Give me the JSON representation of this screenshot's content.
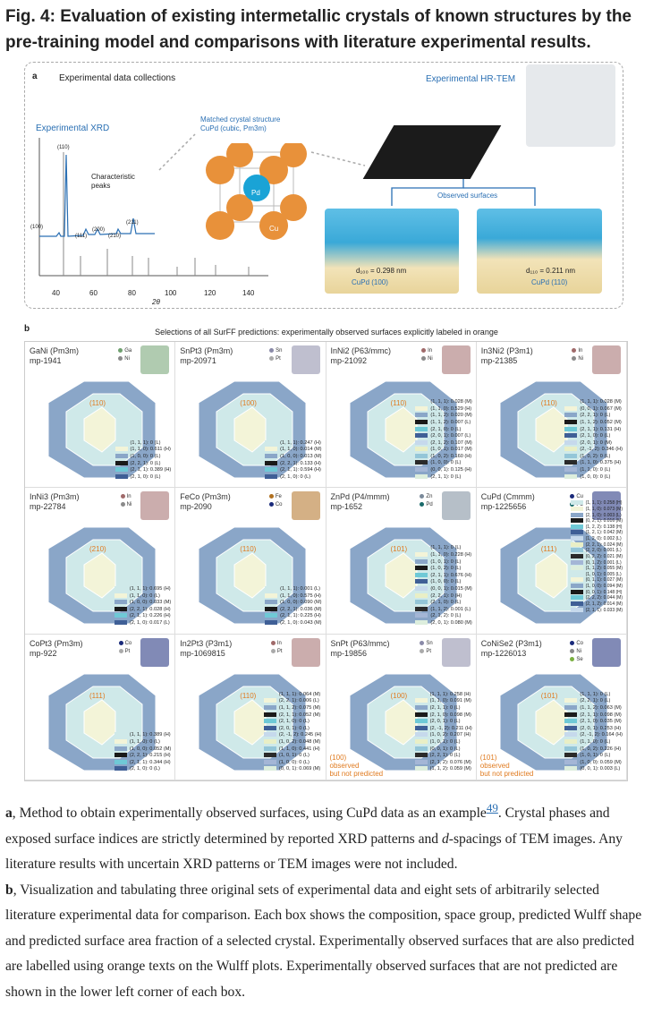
{
  "title": "Fig. 4: Evaluation of existing intermetallic crystals of known structures by the pre-training model and comparisons with literature experimental results.",
  "panel_a": {
    "letter": "a",
    "heading": "Experimental data collections",
    "xrd_label": "Experimental XRD",
    "tem_label": "Experimental HR-TEM",
    "matched_line1": "Matched crystal structure",
    "matched_line2": "CuPd (cubic, Pm3m)",
    "char_peaks_1": "Characteristic",
    "char_peaks_2": "peaks",
    "observed_surfaces": "Observed surfaces",
    "peak_110": "(110)",
    "peak_100": "(100)",
    "peak_111": "(111)",
    "peak_200": "(200)",
    "peak_210": "(210)",
    "peak_211": "(211)",
    "x_ticks": [
      "40",
      "60",
      "80",
      "100",
      "120",
      "140"
    ],
    "x_axis": "2θ",
    "atom_pd": "Pd",
    "atom_cu": "Cu",
    "d100": "d₁₀₀ = 0.298 nm",
    "cupd100": "CuPd (100)",
    "d110": "d₁₁₀ = 0.211 nm",
    "cupd110": "CuPd (110)"
  },
  "panel_b": {
    "letter": "b",
    "title": "Selections of all SurFF predictions: experimentally observed surfaces explicitly labeled in orange",
    "cells": [
      {
        "formula": "GaNi (Pm3m)",
        "mp": "mp-1941",
        "el1": "Ga",
        "el2": "Ni",
        "c1": "#6fa06f",
        "c2": "#8a8a8a",
        "orange": "(110)",
        "rows": [
          "(1, 1, 1): 0 (L)",
          "(1, 1, 0): 0.611 (H)",
          "(1, 0, 0): 0 (L)",
          "(2, 2, 1): 0 (L)",
          "(2, 1, 1): 0.389 (H)",
          "(2, 1, 0): 0 (L)"
        ]
      },
      {
        "formula": "SnPt3 (Pm3m)",
        "mp": "mp-20971",
        "el1": "Sn",
        "el2": "Pt",
        "c1": "#8a8aa8",
        "c2": "#aaa",
        "orange": "(100)",
        "rows": [
          "(1, 1, 1): 0.247 (H)",
          "(1, 1, 0): 0.014 (M)",
          "(1, 0, 0): 0.013 (M)",
          "(2, 2, 1): 0.133 (H)",
          "(2, 1, 1): 0.594 (H)",
          "(2, 1, 0): 0 (L)"
        ]
      },
      {
        "formula": "InNi2 (P63/mmc)",
        "mp": "mp-21092",
        "el1": "In",
        "el2": "Ni",
        "c1": "#a06a6a",
        "c2": "#8a8a8a",
        "orange": "(110)",
        "rows": [
          "(1, 1, 1): 0.028 (M)",
          "(1, 1, 0): 0.529 (H)",
          "(1, 1, 2): 0.020 (M)",
          "(1, 1, 2): 0.007 (L)",
          "(2, 1, 0): 0 (L)",
          "(2, 0, 1): 0.007 (L)",
          "(2, 1, 2): 0.107 (M)",
          "(1, 0, 1): 0.017 (M)",
          "(1, 0, 2): 0.160 (H)",
          "(1, 0, 0): 0 (L)",
          "(0, 0, 1): 0.125 (H)",
          "(2, 1, 1): 0 (L)"
        ]
      },
      {
        "formula": "In3Ni2 (P3m1)",
        "mp": "mp-21385",
        "el1": "In",
        "el2": "Ni",
        "c1": "#a06a6a",
        "c2": "#8a8a8a",
        "orange": "(110)",
        "rows": [
          "(1, 1, 1): 0.028 (M)",
          "(0, 0, 1): 0.067 (M)",
          "(2, 2, 1): 0 (L)",
          "(1, 1, 2): 0.052 (M)",
          "(2, 1, 1): 0.131 (H)",
          "(2, 1, 0): 0 (L)",
          "(2, 0, 1): 0 (M)",
          "(2, -1, 2): 0.346 (H)",
          "(1, 0, 2): 0 (L)",
          "(1, 1, 0): 0.375 (H)",
          "(1, 1, 0): 0 (L)",
          "(1, 0, 0): 0 (L)"
        ]
      },
      {
        "formula": "InNi3 (Pm3m)",
        "mp": "mp-22784",
        "el1": "In",
        "el2": "Ni",
        "c1": "#a06a6a",
        "c2": "#8a8a8a",
        "orange": "(210)",
        "rows": [
          "(1, 1, 1): 0.695 (H)",
          "(1, 1, 0): 0 (L)",
          "(1, 0, 0): 0.033 (M)",
          "(2, 2, 1): 0.028 (H)",
          "(2, 1, 1): 0.226 (H)",
          "(2, 1, 0): 0.017 (L)"
        ]
      },
      {
        "formula": "FeCo (Pm3m)",
        "mp": "mp-2090",
        "el1": "Fe",
        "el2": "Co",
        "c1": "#b07020",
        "c2": "#1a2a7a",
        "orange": "(110)",
        "rows": [
          "(1, 1, 1): 0.001 (L)",
          "(1, 1, 0): 0.575 (H)",
          "(1, 0, 0): 0.090 (M)",
          "(2, 2, 1): 0.036 (M)",
          "(2, 1, 1): 0.225 (H)",
          "(2, 1, 0): 0.043 (M)"
        ]
      },
      {
        "formula": "ZnPd (P4/mmm)",
        "mp": "mp-1652",
        "el1": "Zn",
        "el2": "Pd",
        "c1": "#7a8a9a",
        "c2": "#1a6a6a",
        "orange": "(101)",
        "rows": [
          "(1, 1, 1): 0 (L)",
          "(1, 1, 0): 0.228 (H)",
          "(1, 0, 1): 0 (L)",
          "(1, 0, 2): 0 (L)",
          "(2, 1, 1): 0.676 (H)",
          "(1, 0, 0): 0 (L)",
          "(0, 0, 1): 0.015 (M)",
          "(2, 2, 1): 0 (H)",
          "(2, 1, 0): 0 (L)",
          "(1, 1, 2): 0.001 (L)",
          "(2, 1, 2): 0 (L)",
          "(2, 0, 1): 0.080 (M)"
        ]
      },
      {
        "formula": "CuPd (Cmmm)",
        "mp": "mp-1225656",
        "el1": "Cu",
        "el2": "Pd",
        "c1": "#1a2a7a",
        "c2": "#1a6a6a",
        "orange": "(111)",
        "rows": [
          "(1, 1, 1): 0.258 (H)",
          "(1, 1, 0): 0.073 (M)",
          "(2, 1, 0): 0.003 (L)",
          "(0, 2, 1): 0.016 (M)",
          "(1, 2, 2): 0.138 (H)",
          "(1, 2, 1): 0.042 (M)",
          "(1, 2, 0): 0.002 (L)",
          "(2, 2, 1): 0.024 (M)",
          "(2, 2, 0): 0.001 (L)",
          "(0, 2, 2): 0.021 (M)",
          "(0, 1, 2): 0.001 (L)",
          "(1, 1, 2): 0.055 (M)",
          "(1, 0, 1): 0.005 (L)",
          "(0, 1, 1): 0.027 (M)",
          "(1, 0, 0): 0.094 (M)",
          "(0, 0, 1): 0.148 (H)",
          "(2, 2, 2): 0.044 (M)",
          "(2, 1, 2): 0.014 (M)",
          "(2, 1, 1): 0.033 (M)"
        ]
      },
      {
        "formula": "CoPt3 (Pm3m)",
        "mp": "mp-922",
        "el1": "Co",
        "el2": "Pt",
        "c1": "#1a2a7a",
        "c2": "#aaa",
        "orange": "(111)",
        "rows": [
          "(1, 1, 1): 0.389 (H)",
          "(1, 1, 0): 0 (L)",
          "(1, 0, 0): 0.052 (M)",
          "(2, 2, 1): 0.215 (H)",
          "(2, 1, 1): 0.344 (H)",
          "(2, 1, 0): 0 (L)"
        ]
      },
      {
        "formula": "In2Pt3 (P3m1)",
        "mp": "mp-1069815",
        "el1": "In",
        "el2": "Pt",
        "c1": "#a06a6a",
        "c2": "#aaa",
        "orange": "(110)",
        "rows": [
          "(1, 1, 1): 0.064 (M)",
          "(2, 2, 1): 0.006 (L)",
          "(1, 1, 2): 0.075 (M)",
          "(2, 1, 1): 0.052 (M)",
          "(2, 1, 0): 0 (L)",
          "(2, 0, 1): 0 (L)",
          "(2, -1, 2): 0.245 (H)",
          "(1, 0, 2): 0.048 (M)",
          "(1, 1, 0): 0.441 (H)",
          "(1, 0, 1): 0 (L)",
          "(1, 0, 0): 0 (L)",
          "(0, 0, 1): 0.069 (M)"
        ]
      },
      {
        "formula": "SnPt (P63/mmc)",
        "mp": "mp-19856",
        "el1": "Sn",
        "el2": "Pt",
        "c1": "#8a8aa8",
        "c2": "#aaa",
        "orange": "(100)",
        "obs1": "observed",
        "obs2": "but not predicted",
        "rows": [
          "(1, 1, 1): 0.258 (H)",
          "(1, 1, 0): 0.091 (M)",
          "(2, 1, 1): 0 (L)",
          "(2, 1, 0): 0.098 (M)",
          "(2, 0, 1): 0 (L)",
          "(2, -1, 2): 0.211 (H)",
          "(1, 0, 2): 0.207 (H)",
          "(1, 0, 1): 0 (L)",
          "(0, 0, 1): 0 (L)",
          "(2, 2, 1): 0 (L)",
          "(2, 1, 2): 0.076 (M)",
          "(1, 1, 2): 0.059 (M)"
        ]
      },
      {
        "formula": "CoNiSe2 (P3m1)",
        "mp": "mp-1226013",
        "el1": "Co",
        "el2": "Ni",
        "el3": "Se",
        "c1": "#1a2a7a",
        "c2": "#8a8a8a",
        "c3": "#7ab040",
        "orange": "(101)",
        "obs1": "observed",
        "obs2": "but not predicted",
        "rows": [
          "(1, 1, 1): 0 (L)",
          "(2, 2, 1): 0 (L)",
          "(1, 1, 2): 0.063 (M)",
          "(2, 1, 1): 0.098 (M)",
          "(2, 1, 0): 0.035 (M)",
          "(2, 0, 1): 0.253 (H)",
          "(2, -1, 2): 0.164 (H)",
          "(1, 1, 0): 0 (L)",
          "(1, 0, 2): 0.226 (H)",
          "(1, 0, 1): 0 (L)",
          "(1, 0, 0): 0.059 (M)",
          "(0, 0, 1): 0.003 (L)"
        ]
      }
    ]
  },
  "caption": {
    "a_letter": "a",
    "a_text1": ", Method to obtain experimentally observed surfaces, using CuPd data as an example",
    "a_ref": "49",
    "a_text2": ". Crystal phases and exposed surface indices are strictly determined by reported XRD patterns and ",
    "a_dspacing": "d",
    "a_text3": "-spacings of TEM images. Any literature results with uncertain XRD patterns or TEM images were not included.",
    "b_letter": "b",
    "b_text": ", Visualization and tabulating three original sets of experimental data and eight sets of arbitrarily selected literature experimental data for comparison. Each box shows the composition, space group, predicted Wulff shape and predicted surface area fraction of a selected crystal. Experimentally observed surfaces that are also predicted are labelled using orange texts on the Wulff plots. Experimentally observed surfaces that are not predicted are shown in the lower left corner of each box."
  }
}
